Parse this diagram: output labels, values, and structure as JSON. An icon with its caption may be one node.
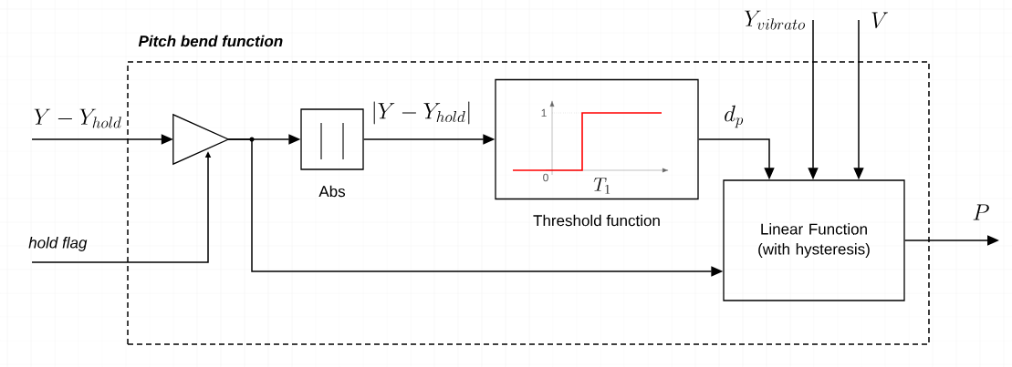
{
  "diagram": {
    "nodes": [
      {
        "text": [
          "Pitch bend function"
        ]
      },
      {
        "text": [],
        "shape": "triangle",
        "in": 0
      },
      {
        "text": [],
        "shape": "box",
        "beside": [
          "Abs"
        ],
        "in": 0
      },
      {
        "text": [],
        "shape": "box",
        "beside": [
          "Threshold function"
        ],
        "in": 0
      },
      {
        "text": [
          "Linear Function (with hysteresis)"
        ],
        "in": 0
      }
    ],
    "edges": [
      {
        "from": null,
        "to": 1,
        "arrow": "to",
        "label": "Y - Y_{hold}"
      },
      {
        "from": null,
        "to": 1,
        "arrow": "to",
        "label": "hold flag"
      },
      {
        "from": 1,
        "to": 2,
        "arrow": "to"
      },
      {
        "from": 1,
        "to": 4,
        "arrow": "to"
      },
      {
        "from": 2,
        "to": 3,
        "arrow": "to",
        "label": "|Y - Y_{hold}|"
      },
      {
        "from": 3,
        "to": 4,
        "arrow": "to",
        "label": "d_p"
      },
      {
        "from": null,
        "to": 4,
        "arrow": "to",
        "label": "Y_{vibrato}"
      },
      {
        "from": null,
        "to": 4,
        "arrow": "to",
        "label": "V"
      },
      {
        "from": 4,
        "to": null,
        "arrow": "to",
        "label": "P"
      }
    ],
    "labels": [
      "1",
      "0",
      "T_1"
    ]
  }
}
